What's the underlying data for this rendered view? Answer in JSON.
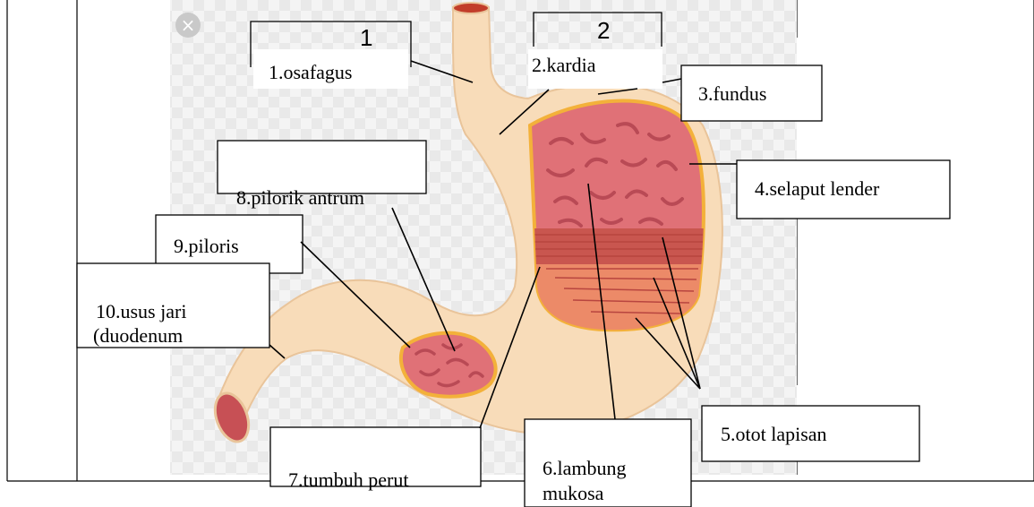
{
  "numbers": {
    "n1": "1",
    "n2": "2"
  },
  "labels": {
    "osafagus": "1.osafagus",
    "kardia": "2.kardia",
    "fundus": "3.fundus",
    "selaput": "4.selaput lender",
    "otot": "5.otot lapisan",
    "lambung_l1": "6.lambung",
    "lambung_l2": "mukosa",
    "tumbuh": "7.tumbuh perut",
    "pilorik": "8.pilorik antrum",
    "piloris": "9.piloris",
    "usus_l1": "10.usus jari",
    "usus_l2": "(duodenum"
  },
  "icons": {
    "close": "×"
  },
  "colors": {
    "tube": "#f8dcb9",
    "tube_edge": "#e9c49a",
    "mucosa": "#e07177",
    "mucosa_edge": "#f3b13a",
    "muscle_band": "#c9564f",
    "muscle_lower": "#ec8a68",
    "folds": "#b94a55"
  }
}
